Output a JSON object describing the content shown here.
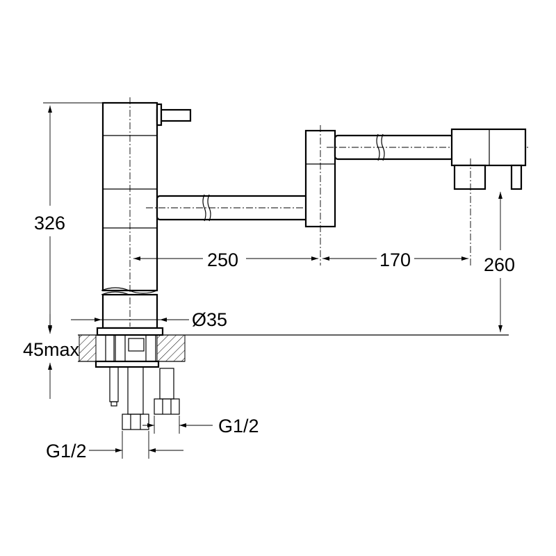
{
  "dimensions": {
    "height_total": "326",
    "reach_first_arm": "250",
    "reach_second_arm": "170",
    "spout_height": "260",
    "body_diameter": "Ø35",
    "deck_thickness": "45max",
    "inlet_left": "G1/2",
    "inlet_right": "G1/2"
  }
}
